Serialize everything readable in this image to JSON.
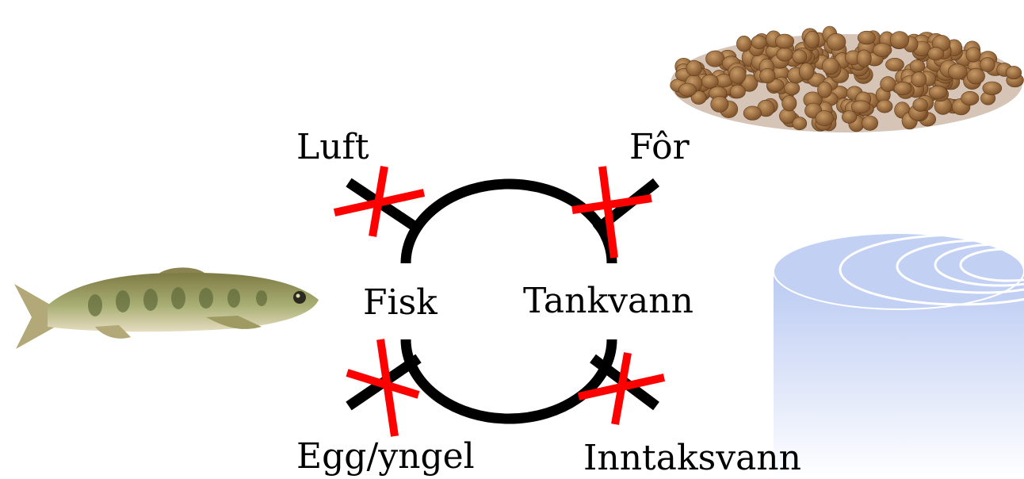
{
  "diagram": {
    "labels": {
      "luft": "Luft",
      "for": "Fôr",
      "fisk": "Fisk",
      "tankvann": "Tankvann",
      "egg": "Egg/yngel",
      "inntak": "Inntaksvann"
    },
    "colors": {
      "cycle": "#000000",
      "cross": "#ff0000",
      "tank_fill": "#c9d6f5",
      "pellet": "#9b6b3e",
      "fish_body": "#9aa261"
    },
    "blocked_inputs": [
      "Luft",
      "Fôr",
      "Egg/yngel",
      "Inntaksvann"
    ],
    "icons": [
      "fish-image",
      "feed-pellets-image",
      "tank-image"
    ]
  }
}
